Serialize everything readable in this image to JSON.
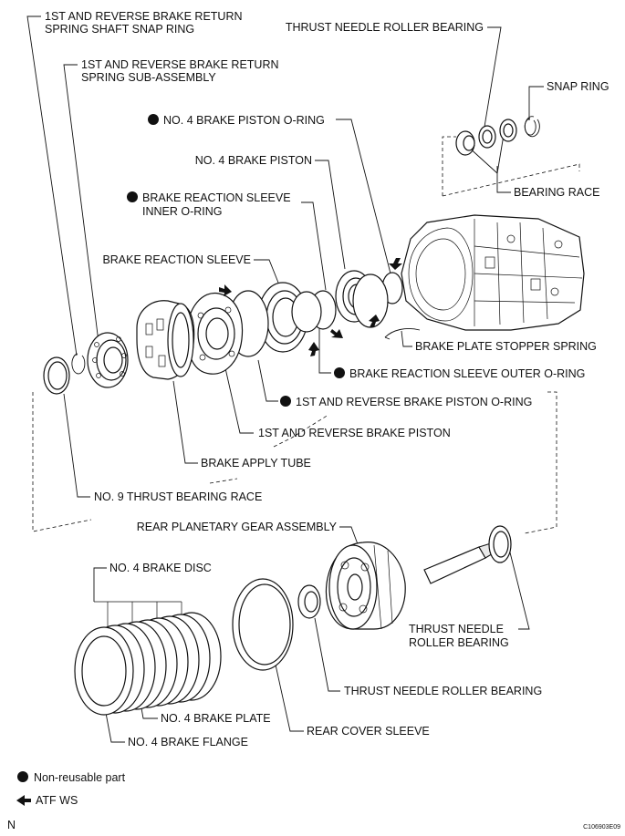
{
  "labels": {
    "snap_ring_shaft": [
      "1ST AND REVERSE BRAKE RETURN",
      "SPRING SHAFT SNAP RING"
    ],
    "thrust_needle_top": "THRUST NEEDLE ROLLER BEARING",
    "return_spring_sub": [
      "1ST AND REVERSE BRAKE RETURN",
      "SPRING SUB-ASSEMBLY"
    ],
    "snap_ring": "SNAP RING",
    "no4_piston_oring": "NO. 4 BRAKE PISTON O-RING",
    "no4_piston": "NO. 4 BRAKE PISTON",
    "bearing_race": "BEARING RACE",
    "reaction_sleeve_inner": [
      "BRAKE REACTION SLEEVE",
      "INNER O-RING"
    ],
    "reaction_sleeve": "BRAKE REACTION SLEEVE",
    "plate_stopper_spring": "BRAKE PLATE STOPPER SPRING",
    "reaction_sleeve_outer": "BRAKE REACTION SLEEVE OUTER O-RING",
    "first_rev_piston_oring": "1ST AND REVERSE BRAKE PISTON O-RING",
    "first_rev_piston": "1ST AND REVERSE BRAKE PISTON",
    "apply_tube": "BRAKE APPLY TUBE",
    "no9_race": "NO. 9 THRUST BEARING RACE",
    "rear_planetary": "REAR PLANETARY GEAR ASSEMBLY",
    "no4_disc": "NO. 4 BRAKE DISC",
    "thrust_needle_right": [
      "THRUST NEEDLE",
      "ROLLER BEARING"
    ],
    "thrust_needle_bottom": "THRUST NEEDLE ROLLER BEARING",
    "no4_plate": "NO. 4 BRAKE PLATE",
    "rear_cover_sleeve": "REAR COVER SLEEVE",
    "no4_flange": "NO. 4 BRAKE FLANGE"
  },
  "legend": {
    "non_reusable": "Non-reusable part",
    "atf": "ATF WS"
  },
  "corner_left": "N",
  "corner_right": "C106903E09"
}
